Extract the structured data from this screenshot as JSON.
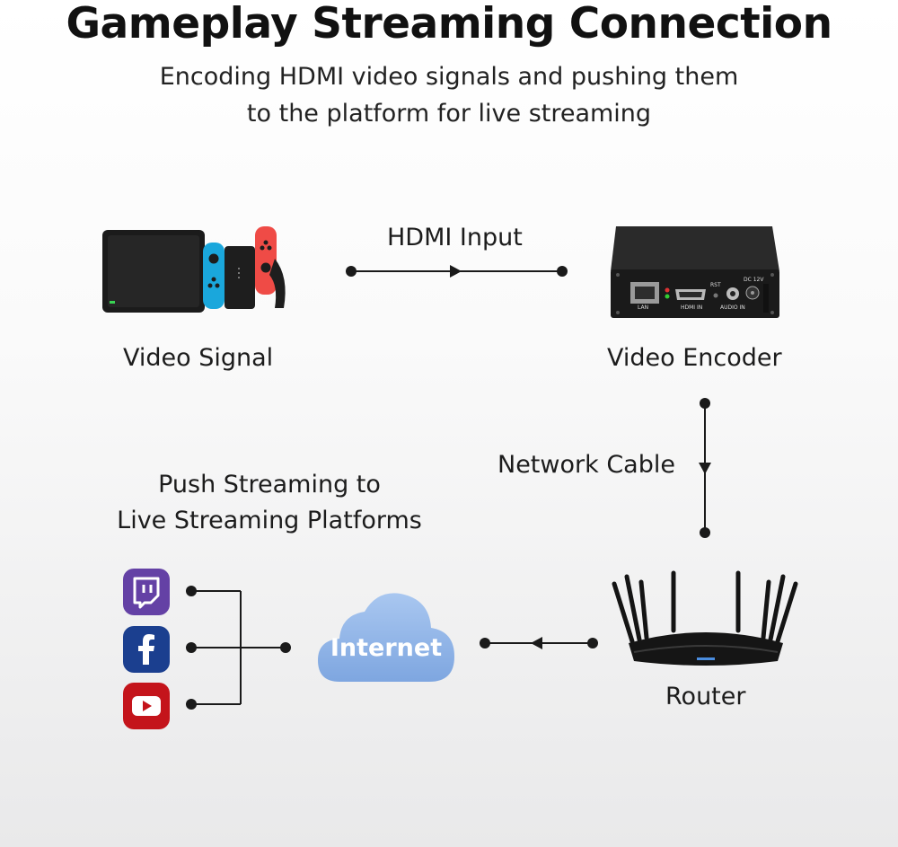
{
  "header": {
    "title": "Gameplay Streaming Connection",
    "subtitle_line1": "Encoding HDMI video signals and pushing them",
    "subtitle_line2": "to the platform for live streaming"
  },
  "nodes": {
    "video_signal": "Video Signal",
    "video_encoder": "Video Encoder",
    "router": "Router",
    "internet": "Internet",
    "platforms_line1": "Push Streaming to",
    "platforms_line2": "Live Streaming Platforms"
  },
  "connections": {
    "hdmi": "HDMI Input",
    "network": "Network Cable"
  },
  "encoder_ports": {
    "lan": "LAN",
    "hdmi_in": "HDMI IN",
    "rst": "RST",
    "audio_in": "AUDIO IN",
    "dc": "DC 12V"
  },
  "platforms": [
    {
      "icon": "twitch-icon",
      "color": "#6441a5"
    },
    {
      "icon": "facebook-icon",
      "color": "#1b3f8f"
    },
    {
      "icon": "youtube-icon",
      "color": "#c4141b"
    }
  ],
  "colors": {
    "cloud": "#8fb3e6",
    "line": "#1a1a1a",
    "joycon_left": "#1aa7dc",
    "joycon_right": "#ef4b46"
  }
}
